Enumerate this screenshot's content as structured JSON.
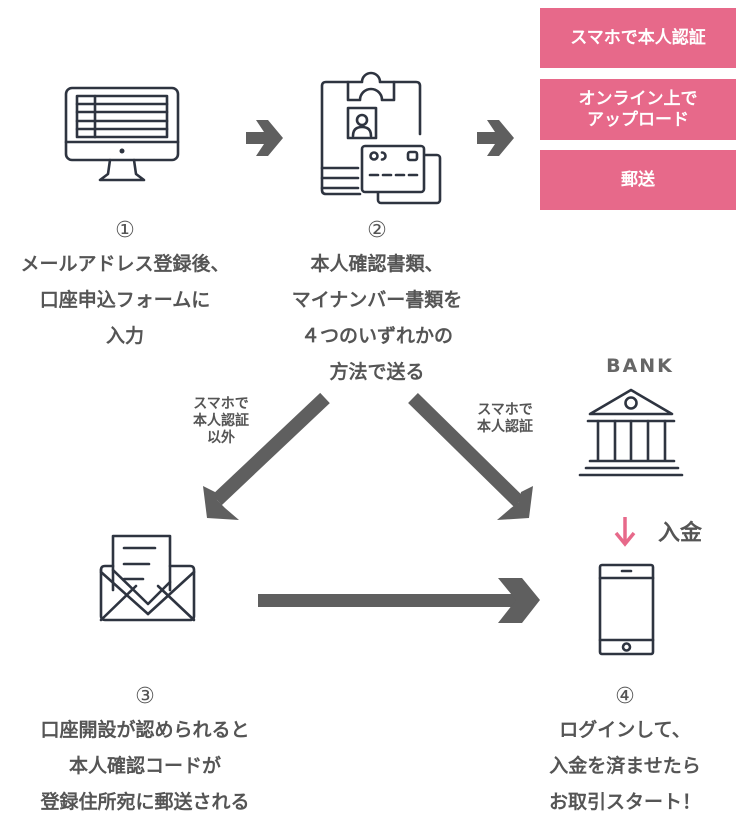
{
  "colors": {
    "accent_pink": "#e7698a",
    "arrow_gray": "#5f5f5f",
    "icon_dark": "#2e3440",
    "text_gray": "#555555"
  },
  "methods": [
    {
      "label": "スマホで本人認証"
    },
    {
      "label_line1": "オンライン上で",
      "label_line2": "アップロード"
    },
    {
      "label": "郵送"
    }
  ],
  "steps": [
    {
      "number": "①",
      "lines": [
        "メールアドレス登録後、",
        "口座申込フォームに",
        "入力"
      ],
      "icon": "desktop-monitor-icon"
    },
    {
      "number": "②",
      "lines": [
        "本人確認書類、",
        "マイナンバー書類を",
        "４つのいずれかの",
        "方法で送る"
      ],
      "icon": "id-documents-icon"
    },
    {
      "number": "③",
      "lines": [
        "口座開設が認められると",
        "本人確認コードが",
        "登録住所宛に郵送される"
      ],
      "icon": "envelope-letter-icon"
    },
    {
      "number": "④",
      "lines": [
        "ログインして、",
        "入金を済ませたら",
        "お取引スタート！"
      ],
      "icon": "smartphone-icon"
    }
  ],
  "branches": {
    "left": [
      "スマホで",
      "本人認証",
      "以外"
    ],
    "right": [
      "スマホで",
      "本人認証"
    ]
  },
  "bank": {
    "label": "BANK",
    "icon": "bank-building-icon"
  },
  "deposit": {
    "label": "入金",
    "icon": "down-arrow-icon"
  }
}
